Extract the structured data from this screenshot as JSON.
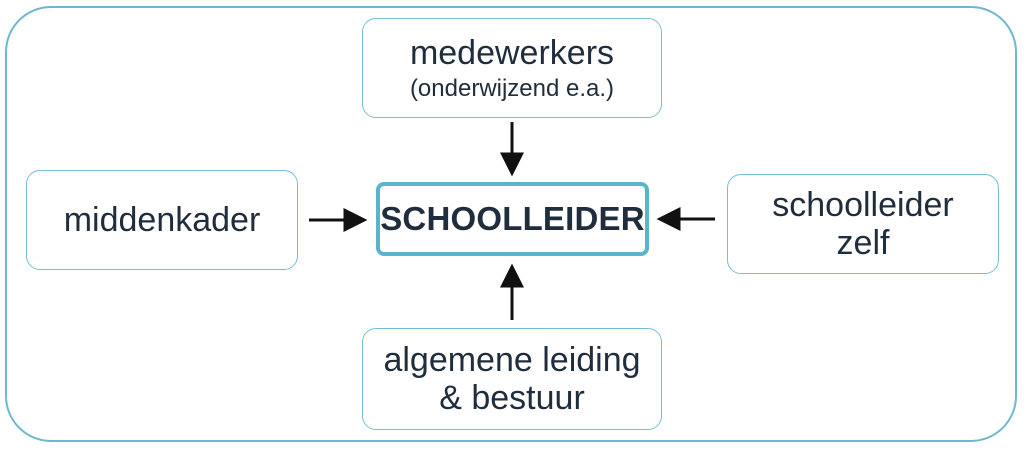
{
  "center": {
    "label": "SCHOOLLEIDER"
  },
  "top_box": {
    "line1": "medewerkers",
    "line2": "(onderwijzend e.a.)"
  },
  "left_box": {
    "line1": "middenkader"
  },
  "right_box": {
    "line1": "schoolleider",
    "line2": "zelf"
  },
  "bottom_box": {
    "line1": "algemene leiding",
    "line2": "& bestuur"
  },
  "colors": {
    "frame_border": "#6cb8cf",
    "box_border": "#76bfd3",
    "center_border": "#5ab4cc",
    "text": "#1f2d3d",
    "arrow": "#111111"
  }
}
